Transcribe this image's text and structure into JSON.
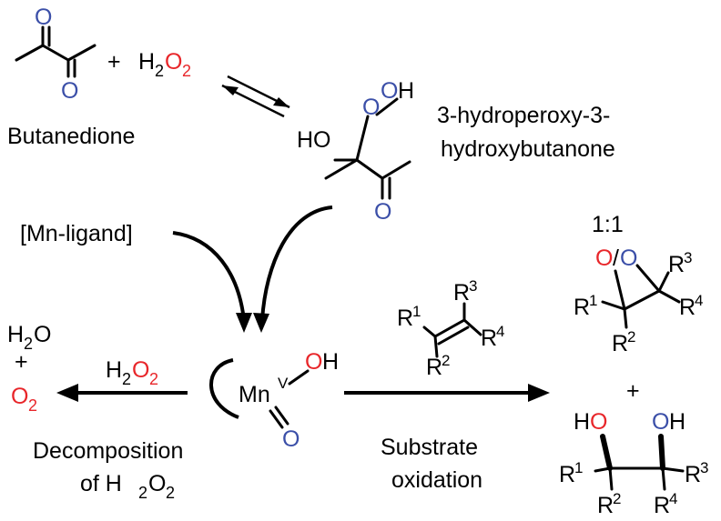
{
  "colors": {
    "oxygen_red": "#e8262a",
    "oxygen_blue": "#3b4fa8",
    "ink": "#000000"
  },
  "labels": {
    "butanedione": "Butanedione",
    "plus": "+",
    "h2o2_H": "H",
    "h2o2_sub2": "2",
    "h2o2_O": "O",
    "intermediate_line1": "3-hydroperoxy-3-",
    "intermediate_line2": "hydroxybutanone",
    "mn_ligand": "[Mn-ligand]",
    "ratio": "1:1",
    "decomposition_line1": "Decomposition",
    "decomposition_line2_prefix": "of H",
    "decomposition_sub2": "2",
    "decomposition_O": "O",
    "substrate_line1": "Substrate",
    "substrate_line2": "oxidation"
  },
  "atoms": {
    "O": "O",
    "OH": "OH",
    "HO": "HO",
    "H": "H",
    "Mn": "Mn",
    "V": "V",
    "R": "R",
    "sup1": "1",
    "sup2": "2",
    "sup3": "3",
    "sup4": "4",
    "sub2": "2",
    "slash": "/"
  }
}
